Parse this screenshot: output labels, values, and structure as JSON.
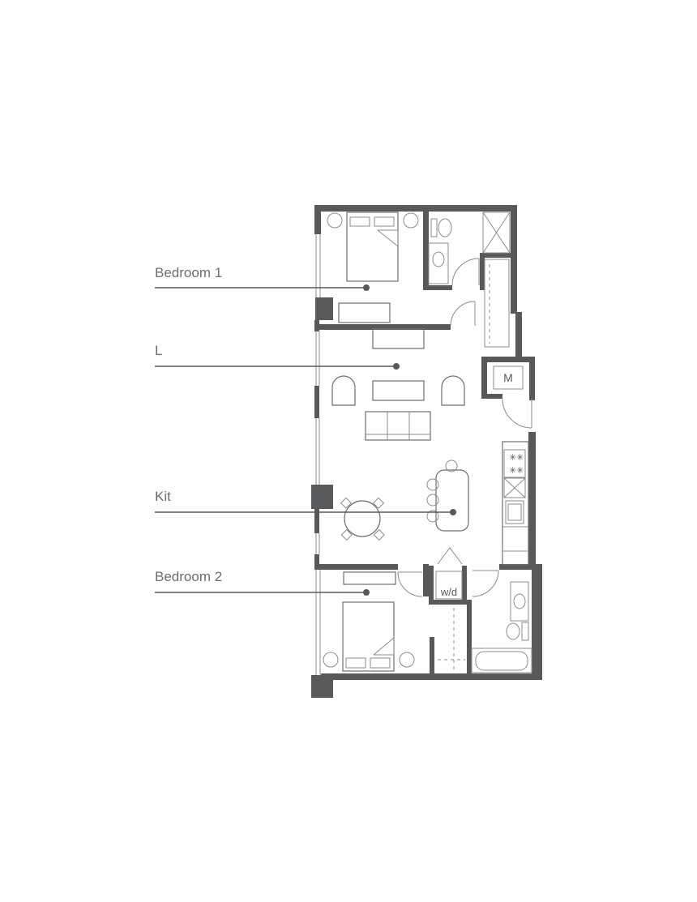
{
  "rooms": [
    {
      "key": "bedroom1",
      "label": "Bedroom 1"
    },
    {
      "key": "living",
      "label": "L"
    },
    {
      "key": "kitchen",
      "label": "Kit"
    },
    {
      "key": "bedroom2",
      "label": "Bedroom 2"
    }
  ],
  "fixtures": {
    "mechanical": "M",
    "washer_dryer": "w/d"
  },
  "colors": {
    "wall": "#58595b",
    "line": "#8a8b8d",
    "label": "#6d6e70",
    "background": "#ffffff"
  }
}
